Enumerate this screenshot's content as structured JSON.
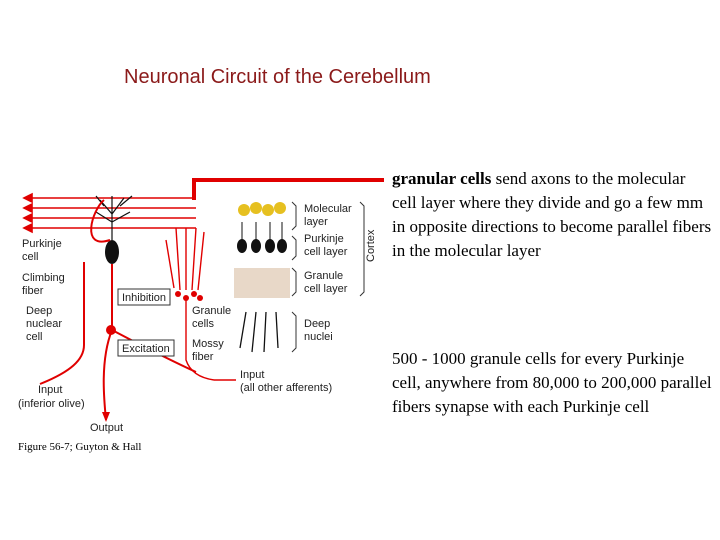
{
  "title": "Neuronal Circuit of the Cerebellum",
  "caption": "Figure 56-7; Guyton & Hall",
  "text_block_1": {
    "bold": "granular cells",
    "rest": " send axons to the molecular cell layer where they divide and go a few mm in opposite directions to become parallel fibers in the molecular layer"
  },
  "text_block_2": "500 - 1000 granule cells for every Purkinje cell, anywhere from 80,000 to 200,000 parallel fibers synapse with each Purkinje cell",
  "figure": {
    "left_labels": {
      "purkinje": [
        "Purkinje",
        "cell"
      ],
      "climbing": [
        "Climbing",
        "fiber"
      ],
      "deep": [
        "Deep",
        "nuclear",
        "cell"
      ],
      "input": [
        "Input",
        "(inferior olive)"
      ]
    },
    "output": "Output",
    "inhibition": "Inhibition",
    "excitation": "Excitation",
    "granule": [
      "Granule",
      "cells"
    ],
    "mossy": [
      "Mossy",
      "fiber"
    ],
    "input_right": [
      "Input",
      "(all other afferents)"
    ],
    "layers": {
      "molecular": [
        "Molecular",
        "layer"
      ],
      "purkinje": [
        "Purkinje",
        "cell layer"
      ],
      "granule": [
        "Granule",
        "cell layer"
      ],
      "deep": [
        "Deep",
        "nuclei"
      ],
      "cortex": "Cortex"
    }
  },
  "colors": {
    "title": "#8b1a1a",
    "accent": "#e00000"
  }
}
